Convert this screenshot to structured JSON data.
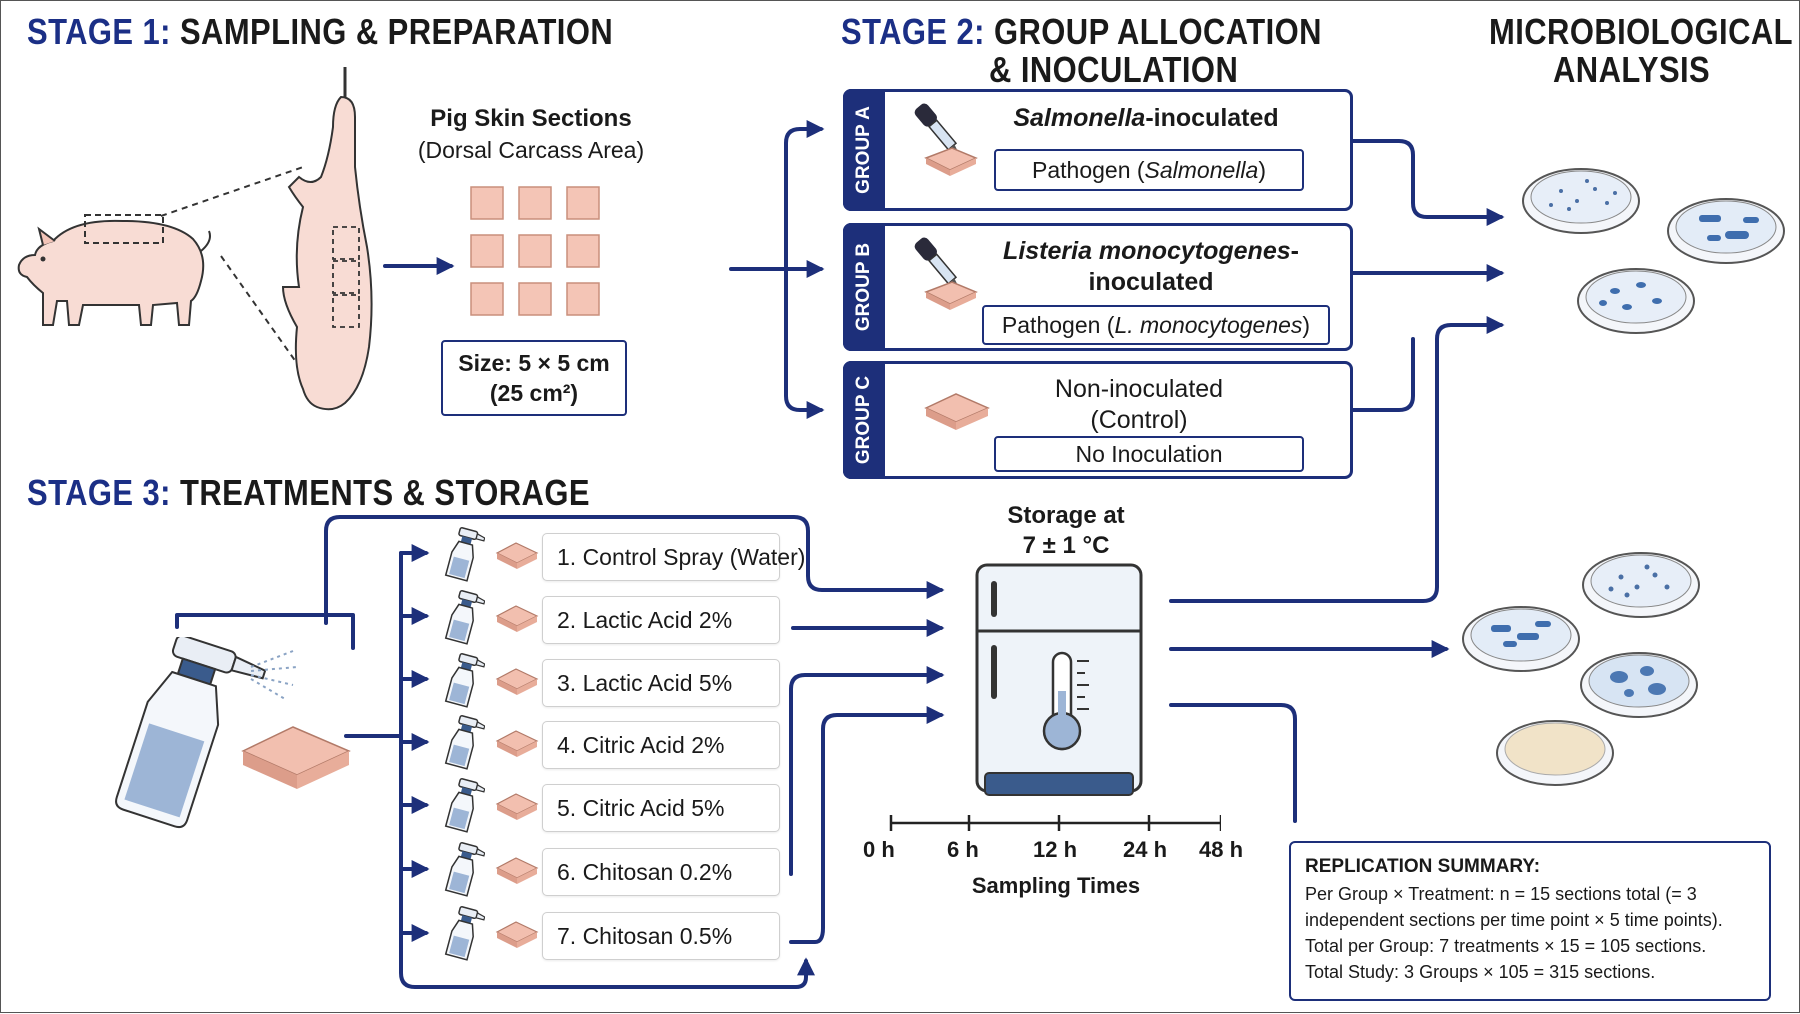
{
  "stage1": {
    "number": "STAGE 1:",
    "title": "SAMPLING & PREPARATION",
    "skin_title": "Pig Skin Sections",
    "skin_subtitle": "(Dorsal Carcass Area)",
    "size_line1": "Size: 5 × 5 cm",
    "size_line2": "(25 cm²)"
  },
  "stage2": {
    "number": "STAGE 2:",
    "title_line1": "GROUP ALLOCATION",
    "title_line2": "& INOCULATION",
    "groups": [
      {
        "tab": "GROUP A",
        "title_em": "Salmonella",
        "title_rest": "-inoculated",
        "box_text": "Pathogen (",
        "box_em": "Salmonella",
        "box_end": ")"
      },
      {
        "tab": "GROUP B",
        "title_em": "Listeria monocytogenes",
        "title_rest": "-",
        "title_line2": "inoculated",
        "box_text": "Pathogen (",
        "box_em": "L. monocytogenes",
        "box_end": ")"
      },
      {
        "tab": "GROUP C",
        "title_line1": "Non-inoculated",
        "title_line2": "(Control)",
        "box_text": "No Inoculation"
      }
    ]
  },
  "analysis": {
    "line1": "MICROBIOLOGICAL",
    "line2": "ANALYSIS"
  },
  "stage3": {
    "number": "STAGE 3:",
    "title": "TREATMENTS & STORAGE",
    "treatments": [
      "1. Control Spray (Water)",
      "2. Lactic Acid 2%",
      "3. Lactic Acid 5%",
      "4. Citric Acid 2%",
      "5. Citric Acid 5%",
      "6. Chitosan 0.2%",
      "7. Chitosan 0.5%"
    ]
  },
  "storage": {
    "line1": "Storage at",
    "line2": "7 ± 1 °C"
  },
  "sampling": {
    "times": [
      "0 h",
      "6 h",
      "12 h",
      "24 h",
      "48 h"
    ],
    "label": "Sampling Times"
  },
  "replication": {
    "title": "REPLICATION SUMMARY:",
    "lines": [
      "Per Group × Treatment: n = 15 sections total (= 3",
      "independent sections per time point × 5 time points).",
      "Total per Group: 7 treatments × 15 = 105 sections.",
      "Total Study: 3 Groups × 105 = 315 sections."
    ]
  },
  "colors": {
    "navy": "#1d2f7a",
    "skin": "#f2c4b4",
    "pig": "#f8dcd4"
  }
}
